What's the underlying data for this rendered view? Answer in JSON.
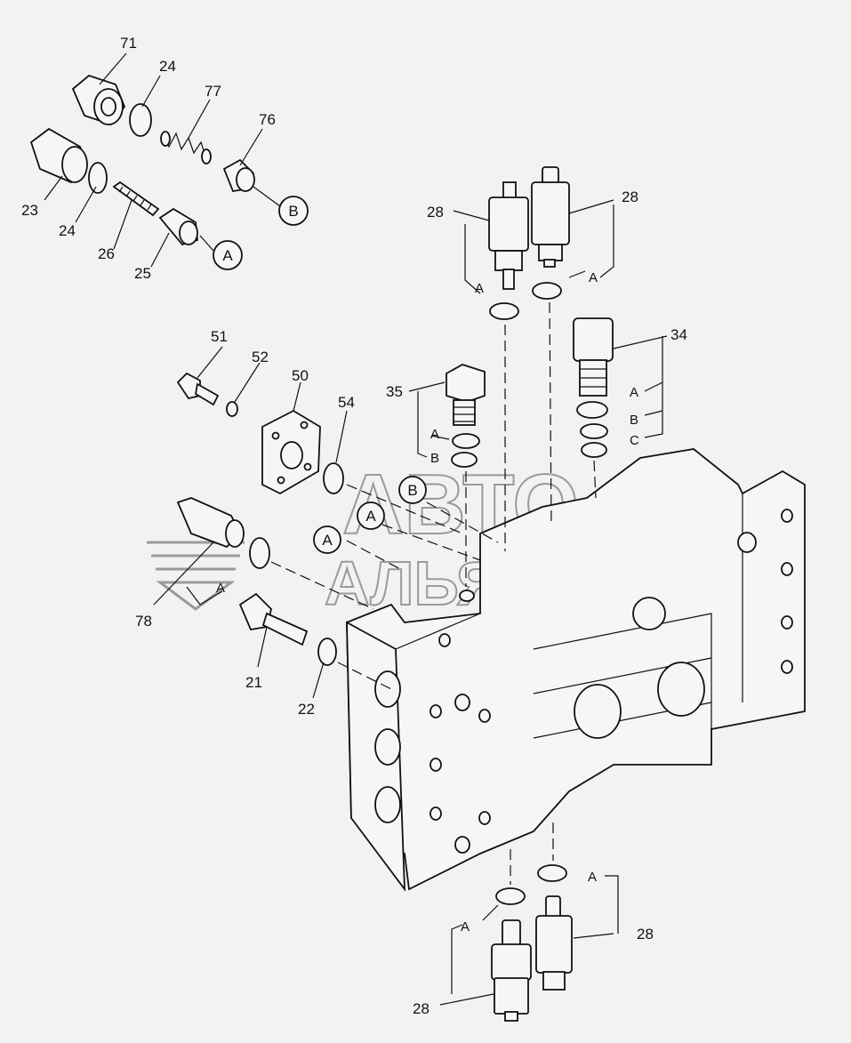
{
  "watermark": {
    "line1": "АВТО",
    "line2": "АЛЬЯНС"
  },
  "part_labels": {
    "p71": "71",
    "p24a": "24",
    "p77": "77",
    "p76": "76",
    "p23": "23",
    "p24b": "24",
    "p26": "26",
    "p25": "25",
    "p28_top_left": "28",
    "p28_top_right": "28",
    "p34": "34",
    "p35": "35",
    "p51": "51",
    "p52": "52",
    "p50": "50",
    "p54": "54",
    "p78": "78",
    "p21": "21",
    "p22": "22",
    "p28_bottom_right": "28",
    "p28_bottom_left": "28"
  },
  "callouts": {
    "circle_b_top": "B",
    "circle_a_top": "A",
    "circle_b_mid": "B",
    "circle_a_mid1": "A",
    "circle_a_mid2": "A"
  },
  "seal_letters": {
    "t28l_a": "A",
    "t28r_a": "A",
    "s34_a": "A",
    "s34_b": "B",
    "s34_c": "C",
    "s35_a": "A",
    "s35_b": "B",
    "s78_a": "A",
    "b28r_a": "A",
    "b28l_a": "A"
  }
}
